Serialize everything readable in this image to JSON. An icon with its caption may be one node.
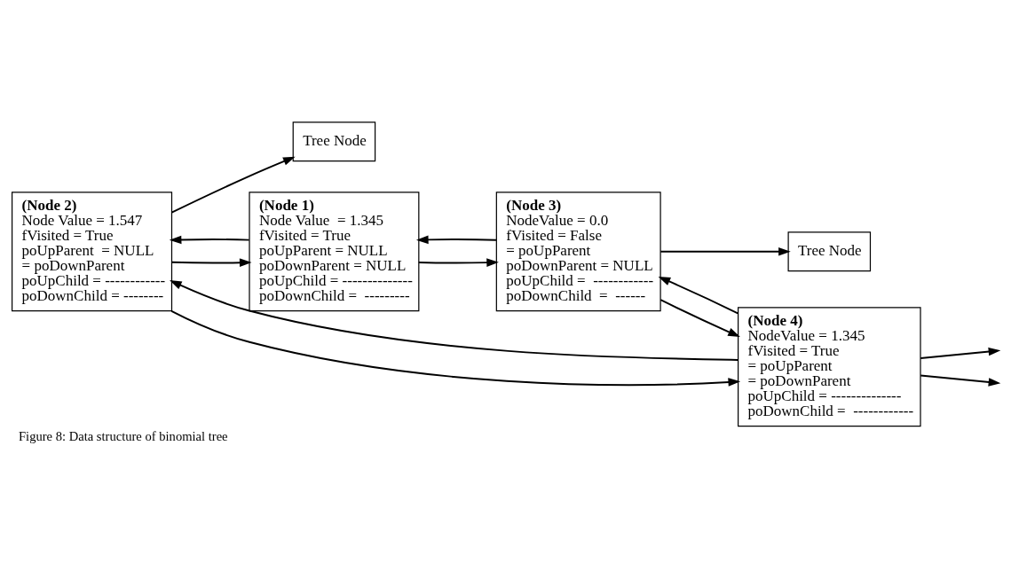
{
  "diagram": {
    "caption": "Figure 8: Data structure of binomial tree",
    "nodes": [
      {
        "text": [
          "(Node 2)",
          "Node Value = 1.547",
          "fVisited = True",
          "poUpParent  = NULL",
          " = poDownParent",
          "poUpChild = ------------",
          "poDownChild = --------"
        ]
      },
      {
        "text": [
          "Tree Node"
        ]
      },
      {
        "text": [
          "(Node 1)",
          "Node Value  = 1.345",
          "fVisited = True",
          "poUpParent = NULL",
          "poDownParent = NULL",
          "poUpChild = --------------",
          "poDownChild =  ---------"
        ]
      },
      {
        "text": [
          "(Node 4)",
          "NodeValue = 1.345",
          "fVisited = True",
          " = poUpParent",
          " = poDownParent",
          "poUpChild = --------------",
          "poDownChild =  ------------"
        ]
      },
      {
        "text": [
          "(Node 3)",
          "NodeValue = 0.0",
          "fVisited = False",
          " = poUpParent",
          "poDownParent = NULL",
          "poUpChild =  ------------",
          "poDownChild  =  ------"
        ]
      },
      {
        "text": [
          "Tree Node"
        ]
      }
    ],
    "edges": [
      {
        "from": 2,
        "to": 0,
        "arrow": "to"
      },
      {
        "from": 0,
        "to": 2,
        "arrow": "to"
      },
      {
        "from": 2,
        "to": 4,
        "arrow": "to"
      },
      {
        "from": 4,
        "to": 2,
        "arrow": "to"
      },
      {
        "from": 0,
        "to": 1,
        "arrow": "to"
      },
      {
        "from": 0,
        "to": 3,
        "arrow": "to"
      },
      {
        "from": 3,
        "to": 0,
        "arrow": "to"
      },
      {
        "from": 3,
        "to": 4,
        "arrow": "to"
      },
      {
        "from": 4,
        "to": 3,
        "arrow": "to"
      },
      {
        "from": 4,
        "to": 5,
        "arrow": "to"
      },
      {
        "from": 3,
        "to": null,
        "arrow": "to"
      },
      {
        "from": 3,
        "to": null,
        "arrow": "to"
      }
    ]
  }
}
